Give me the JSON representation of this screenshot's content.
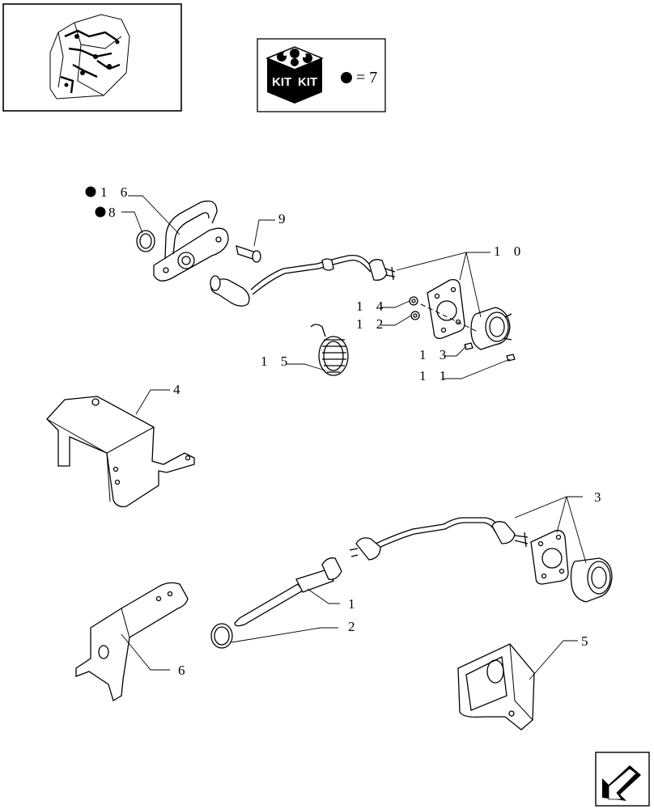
{
  "kit_legend": {
    "kit_left": "KIT",
    "kit_right": "KIT",
    "equals_text": "= 7"
  },
  "callouts": {
    "c16": "1 6",
    "c8": "8",
    "c9": "9",
    "c10": "1 0",
    "c14": "1 4",
    "c12": "1 2",
    "c13": "1 3",
    "c11": "1 1",
    "c15": "1 5",
    "c4": "4",
    "c3": "3",
    "c1": "1",
    "c2": "2",
    "c6": "6",
    "c5": "5"
  },
  "icons": {
    "thumbnail": "harness-overview-thumbnail",
    "kit": "kit-box-icon",
    "bullet": "filled-circle",
    "navigation": "next-page-arrow-icon"
  }
}
